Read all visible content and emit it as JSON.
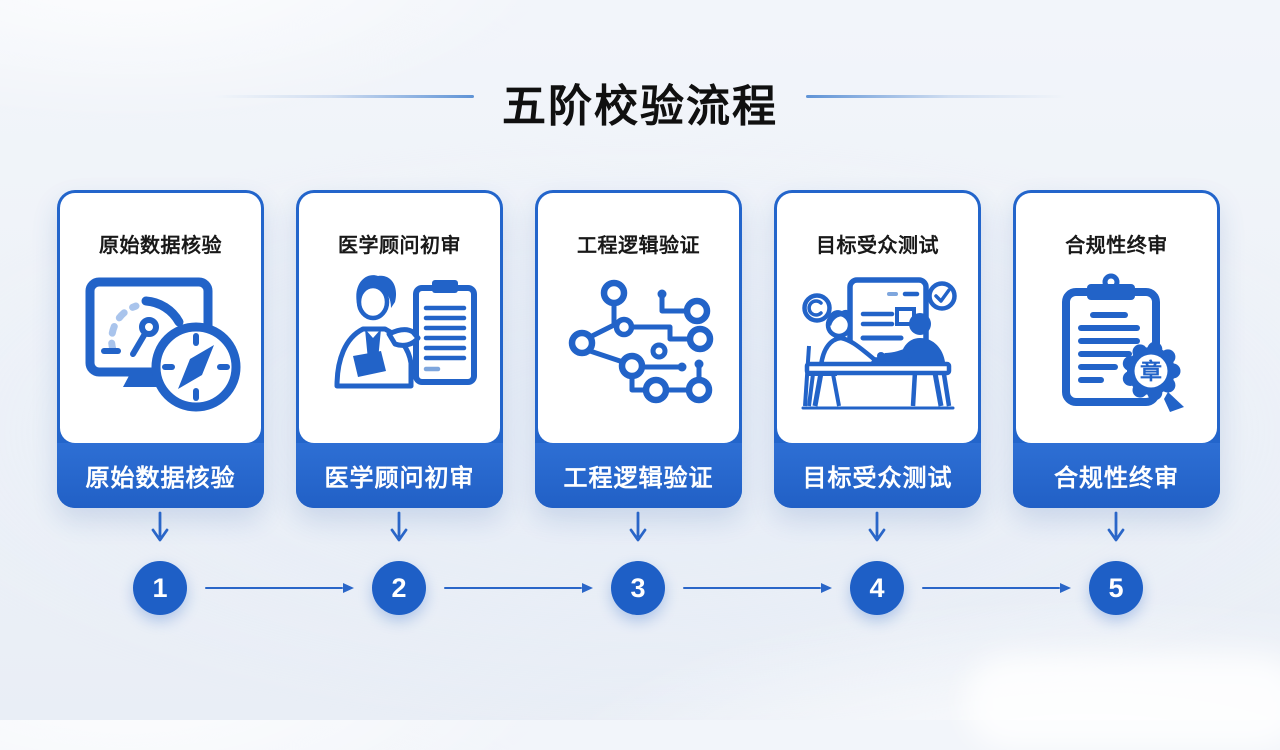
{
  "title": "五阶校验流程",
  "stages": [
    {
      "number": "1",
      "label": "原始数据核验",
      "icon": "monitor-gauge-compass"
    },
    {
      "number": "2",
      "label": "医学顾问初审",
      "icon": "doctor-clipboard"
    },
    {
      "number": "3",
      "label": "工程逻辑验证",
      "icon": "circuit-logic-nodes"
    },
    {
      "number": "4",
      "label": "目标受众测试",
      "icon": "audience-meeting"
    },
    {
      "number": "5",
      "label": "合规性终审",
      "icon": "clipboard-seal",
      "seal_character": "章"
    }
  ],
  "colors": {
    "primary_blue": "#2365cb",
    "icon_blue": "#2263c8",
    "circle_blue": "#1e5fc6",
    "arrow_blue": "#2a66c8",
    "title_text": "#101010",
    "card_label_text": "#191919",
    "band_text": "#ffffff",
    "background": "#eef2f8"
  }
}
